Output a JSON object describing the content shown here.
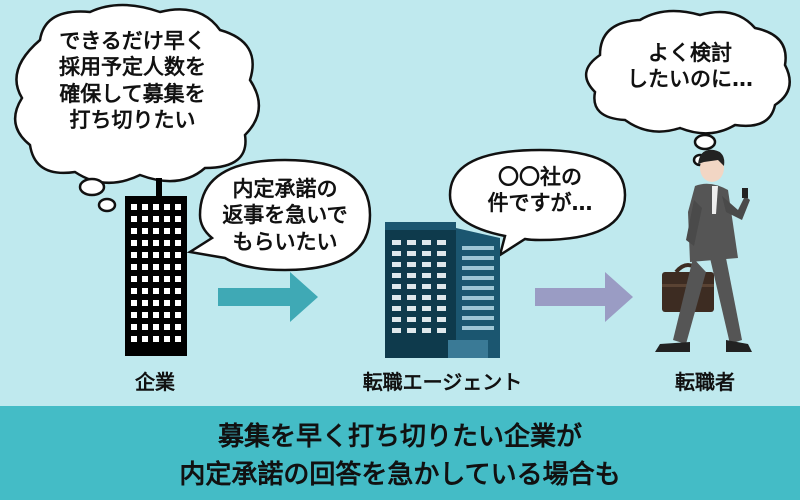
{
  "thought_company": [
    "できるだけ早く",
    "採用予定人数を",
    "確保して募集を",
    "打ち切りたい"
  ],
  "speech_company": [
    "内定承諾の",
    "返事を急いで",
    "もらいたい"
  ],
  "speech_agent": [
    "〇〇社の",
    "件ですが…"
  ],
  "thought_jobseeker": [
    "よく検討",
    "したいのに…"
  ],
  "labels": {
    "company": "企業",
    "agent": "転職エージェント",
    "jobseeker": "転職者"
  },
  "footer": [
    "募集を早く打ち切りたい企業が",
    "内定承諾の回答を急かしている場合も"
  ],
  "colors": {
    "background": "#bfe9ee",
    "footer": "#44bcc6",
    "arrow_left": "#3fa9b5",
    "arrow_right": "#9a9cc4"
  }
}
